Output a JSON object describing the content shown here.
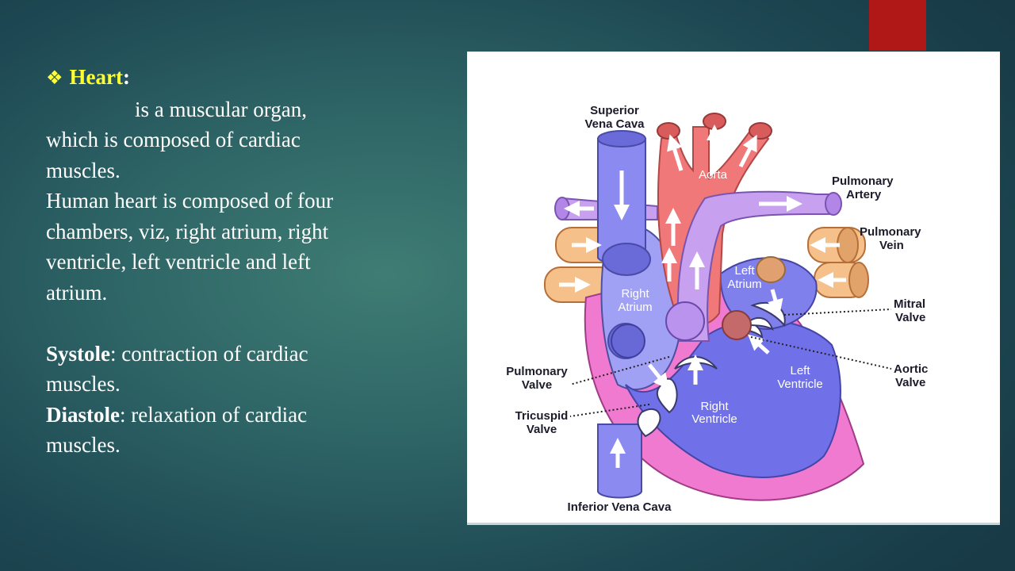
{
  "slide": {
    "bullet_icon": "diamond-bullet-icon",
    "heading": "Heart",
    "heading_colon": ":",
    "paragraph_lines": [
      "is a muscular organ,",
      "which is composed of cardiac",
      "muscles.",
      "Human heart is composed of four",
      "chambers, viz, right atrium, right",
      "ventricle, left ventricle and left",
      "atrium."
    ],
    "systole_term": "Systole",
    "systole_def_1": ": contraction of cardiac",
    "systole_def_2": "muscles.",
    "diastole_term": "Diastole",
    "diastole_def_1": ": relaxation of cardiac",
    "diastole_def_2": "muscles."
  },
  "diagram": {
    "superior_vena_cava_1": "Superior",
    "superior_vena_cava_2": "Vena Cava",
    "aorta": "Aorta",
    "pulmonary_artery_1": "Pulmonary",
    "pulmonary_artery_2": "Artery",
    "pulmonary_vein_1": "Pulmonary",
    "pulmonary_vein_2": "Vein",
    "left_atrium_1": "Left",
    "left_atrium_2": "Atrium",
    "right_atrium_1": "Right",
    "right_atrium_2": "Atrium",
    "mitral_valve_1": "Mitral",
    "mitral_valve_2": "Valve",
    "aortic_valve_1": "Aortic",
    "aortic_valve_2": "Valve",
    "pulmonary_valve_1": "Pulmonary",
    "pulmonary_valve_2": "Valve",
    "left_ventricle_1": "Left",
    "left_ventricle_2": "Ventricle",
    "right_ventricle_1": "Right",
    "right_ventricle_2": "Ventricle",
    "tricuspid_valve_1": "Tricuspid",
    "tricuspid_valve_2": "Valve",
    "inferior_vena_cava": "Inferior Vena Cava"
  },
  "colors": {
    "background": "#2d6365",
    "heading": "#ffff33",
    "accent_bar": "#b01818",
    "deoxygenated_blue": "#8a8af0",
    "oxygenated_red": "#f07878",
    "pulmonary_purple": "#c8a0f0",
    "pulmonary_vein_orange": "#f5c08a",
    "heart_wall_pink": "#f07ad0"
  }
}
